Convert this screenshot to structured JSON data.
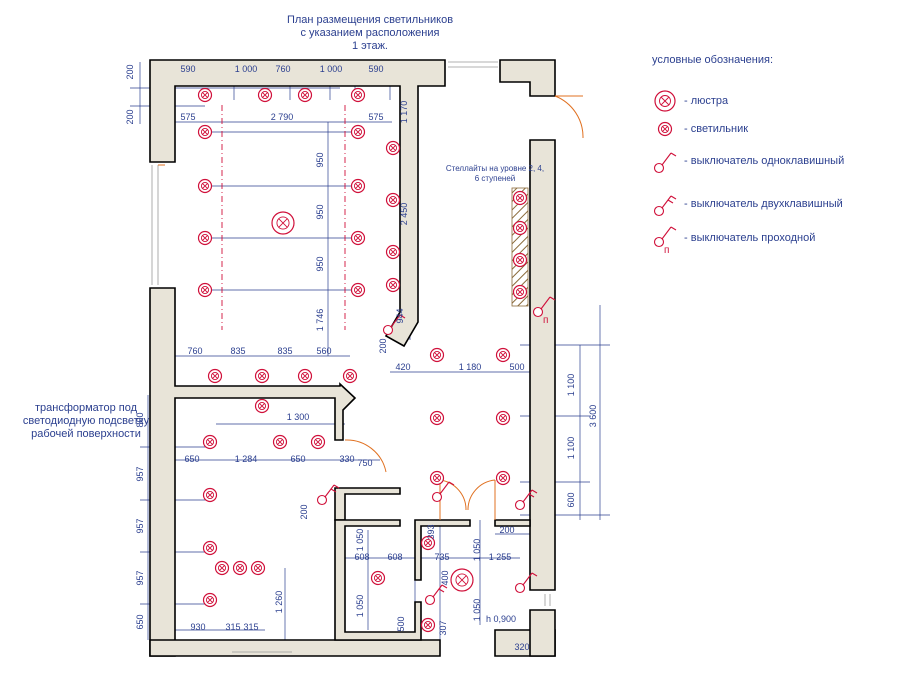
{
  "title": {
    "line1": "План размещения светильников",
    "line2": "с указанием расположения",
    "line3": "1 этаж."
  },
  "legend": {
    "heading": "условные обозначения:",
    "items": [
      {
        "symbol": "chandelier-icon",
        "label": "- люстра"
      },
      {
        "symbol": "lamp-icon",
        "label": "- светильник"
      },
      {
        "symbol": "switch-single-icon",
        "label": "- выключатель одноклавишный"
      },
      {
        "symbol": "switch-double-icon",
        "label": "- выключатель двухклавишный"
      },
      {
        "symbol": "switch-pass-icon",
        "label": "- выключатель проходной"
      }
    ]
  },
  "notes": {
    "transformer": "трансформатор под светодиодную подсветку рабочей поверхности",
    "shelves": "Стеллайты на уровне 2, 4, 6 ступеней",
    "height_mark": "h 0,900",
    "pass_letter": "п"
  },
  "colors": {
    "wall_fill": "#e8e4d8",
    "wall_stroke": "#000000",
    "dimension": "#2b3f8f",
    "fixture": "#d0103a",
    "door": "#e07020"
  },
  "dims_h": [
    {
      "id": "top-590a",
      "text": "590"
    },
    {
      "id": "top-1000a",
      "text": "1 000"
    },
    {
      "id": "top-760",
      "text": "760"
    },
    {
      "id": "top-1000b",
      "text": "1 000"
    },
    {
      "id": "top-590b",
      "text": "590"
    },
    {
      "id": "r2-575a",
      "text": "575"
    },
    {
      "id": "r2-2790",
      "text": "2 790"
    },
    {
      "id": "r2-575b",
      "text": "575"
    },
    {
      "id": "b-760",
      "text": "760"
    },
    {
      "id": "b-835a",
      "text": "835"
    },
    {
      "id": "b-835b",
      "text": "835"
    },
    {
      "id": "b-560",
      "text": "560"
    },
    {
      "id": "h-420",
      "text": "420"
    },
    {
      "id": "h-1180",
      "text": "1 180"
    },
    {
      "id": "h-500",
      "text": "500"
    },
    {
      "id": "h-1300",
      "text": "1 300"
    },
    {
      "id": "k-650a",
      "text": "650"
    },
    {
      "id": "k-1284",
      "text": "1 284"
    },
    {
      "id": "k-650b",
      "text": "650"
    },
    {
      "id": "k-330",
      "text": "330"
    },
    {
      "id": "k-750",
      "text": "750"
    },
    {
      "id": "bb-930",
      "text": "930"
    },
    {
      "id": "bb-315a",
      "text": "315"
    },
    {
      "id": "bb-315b",
      "text": "315"
    },
    {
      "id": "s-608a",
      "text": "608"
    },
    {
      "id": "s-608b",
      "text": "608"
    },
    {
      "id": "s-735",
      "text": "735"
    },
    {
      "id": "s-1255",
      "text": "1 255"
    },
    {
      "id": "s-200",
      "text": "200"
    },
    {
      "id": "s-320",
      "text": "320"
    }
  ],
  "dims_v": [
    {
      "id": "l-200a",
      "text": "200"
    },
    {
      "id": "l-200b",
      "text": "200"
    },
    {
      "id": "c-950a",
      "text": "950"
    },
    {
      "id": "c-950b",
      "text": "950"
    },
    {
      "id": "c-950c",
      "text": "950"
    },
    {
      "id": "c-1746",
      "text": "1 746"
    },
    {
      "id": "c-1170",
      "text": "1 170"
    },
    {
      "id": "c-2450",
      "text": "2 450"
    },
    {
      "id": "c-944",
      "text": "944"
    },
    {
      "id": "c-200",
      "text": "200"
    },
    {
      "id": "r-1100a",
      "text": "1 100"
    },
    {
      "id": "r-1100b",
      "text": "1 100"
    },
    {
      "id": "r-3600",
      "text": "3 600"
    },
    {
      "id": "r-600",
      "text": "600"
    },
    {
      "id": "l-800",
      "text": "800"
    },
    {
      "id": "l-957a",
      "text": "957"
    },
    {
      "id": "l-957b",
      "text": "957"
    },
    {
      "id": "l-957c",
      "text": "957"
    },
    {
      "id": "l-650",
      "text": "650"
    },
    {
      "id": "k-1260",
      "text": "1 260"
    },
    {
      "id": "m-200",
      "text": "200"
    },
    {
      "id": "m-1050a",
      "text": "1 050"
    },
    {
      "id": "m-1050b",
      "text": "1 050"
    },
    {
      "id": "m-393",
      "text": "393"
    },
    {
      "id": "m-1050c",
      "text": "1 050"
    },
    {
      "id": "m-400",
      "text": "400"
    },
    {
      "id": "m-500",
      "text": "500"
    },
    {
      "id": "m-307",
      "text": "307"
    },
    {
      "id": "m-1050d",
      "text": "1 050"
    }
  ]
}
